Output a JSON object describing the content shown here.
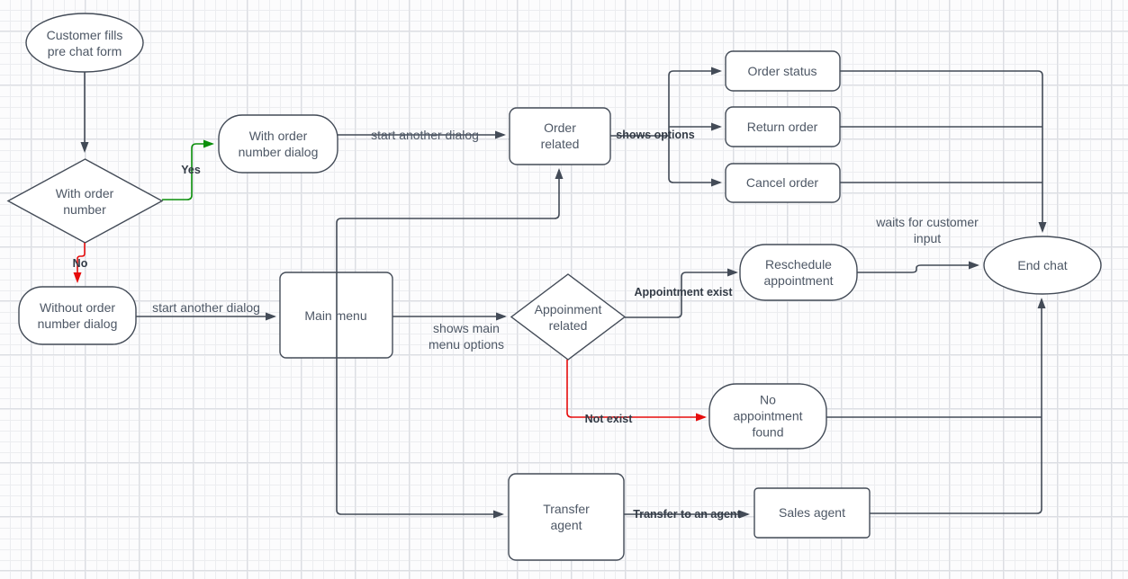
{
  "colors": {
    "stroke": "#434b57",
    "node_fill": "#ffffff",
    "node_text": "#4d5765",
    "bold_text": "#333b46",
    "green": "#0b8f0b",
    "red": "#e60c0c"
  },
  "nodes": {
    "customer_form": {
      "label": "Customer fills\npre chat form",
      "shape": "ellipse"
    },
    "with_order_number": {
      "label": "With order\nnumber",
      "shape": "decision"
    },
    "with_order_dialog": {
      "label": "With order\nnumber dialog",
      "shape": "rounded"
    },
    "without_order_dialog": {
      "label": "Without order\nnumber dialog",
      "shape": "rounded"
    },
    "main_menu": {
      "label": "Main menu",
      "shape": "rect"
    },
    "order_related": {
      "label": "Order\nrelated",
      "shape": "rect"
    },
    "order_status": {
      "label": "Order status",
      "shape": "rect"
    },
    "return_order": {
      "label": "Return order",
      "shape": "rect"
    },
    "cancel_order": {
      "label": "Cancel order",
      "shape": "rect"
    },
    "appointment_related": {
      "label": "Appoinment\nrelated",
      "shape": "decision"
    },
    "reschedule": {
      "label": "Reschedule\nappointment",
      "shape": "rounded"
    },
    "no_appointment": {
      "label": "No\nappointment\nfound",
      "shape": "rounded"
    },
    "end_chat": {
      "label": "End chat",
      "shape": "ellipse"
    },
    "transfer_agent": {
      "label": "Transfer\nagent",
      "shape": "rect"
    },
    "sales_agent": {
      "label": "Sales agent",
      "shape": "rect"
    }
  },
  "labels": {
    "yes": "Yes",
    "no": "No",
    "start_dialog_1": "start another dialog",
    "start_dialog_2": "start another dialog",
    "shows_options": "shows options",
    "shows_main_menu": "shows main\nmenu options",
    "appointment_exist": "Appointment exist",
    "not_exist": "Not exist",
    "waits_input": "waits for customer\ninput",
    "transfer_to_agent": "Transfer to an agent"
  },
  "edges": [
    {
      "from": "Customer fills pre chat form",
      "to": "With order number",
      "label": "",
      "color": "dark"
    },
    {
      "from": "With order number",
      "to": "With order number dialog",
      "label": "Yes",
      "color": "green"
    },
    {
      "from": "With order number",
      "to": "Without order number dialog",
      "label": "No",
      "color": "red"
    },
    {
      "from": "With order number dialog",
      "to": "Order related",
      "label": "start another dialog",
      "color": "dark"
    },
    {
      "from": "Without order number dialog",
      "to": "Main menu",
      "label": "start another dialog",
      "color": "dark"
    },
    {
      "from": "Main menu",
      "to": "Order related",
      "label": "",
      "color": "dark"
    },
    {
      "from": "Main menu",
      "to": "Appoinment related",
      "label": "shows main menu options",
      "color": "dark"
    },
    {
      "from": "Main menu",
      "to": "Transfer agent",
      "label": "",
      "color": "dark"
    },
    {
      "from": "Order related",
      "to": "Order status",
      "label": "shows options",
      "color": "dark"
    },
    {
      "from": "Order related",
      "to": "Return order",
      "label": "",
      "color": "dark"
    },
    {
      "from": "Order related",
      "to": "Cancel order",
      "label": "",
      "color": "dark"
    },
    {
      "from": "Order status",
      "to": "End chat",
      "label": "",
      "color": "dark"
    },
    {
      "from": "Return order",
      "to": "End chat",
      "label": "",
      "color": "dark"
    },
    {
      "from": "Cancel order",
      "to": "End chat",
      "label": "",
      "color": "dark"
    },
    {
      "from": "Appoinment related",
      "to": "Reschedule appointment",
      "label": "Appointment exist",
      "color": "dark"
    },
    {
      "from": "Appoinment related",
      "to": "No appointment found",
      "label": "Not exist",
      "color": "red"
    },
    {
      "from": "Reschedule appointment",
      "to": "End chat",
      "label": "waits for customer input",
      "color": "dark"
    },
    {
      "from": "No appointment found",
      "to": "End chat",
      "label": "",
      "color": "dark"
    },
    {
      "from": "Transfer agent",
      "to": "Sales agent",
      "label": "Transfer to an agent",
      "color": "dark"
    },
    {
      "from": "Sales agent",
      "to": "End chat",
      "label": "",
      "color": "dark"
    }
  ]
}
